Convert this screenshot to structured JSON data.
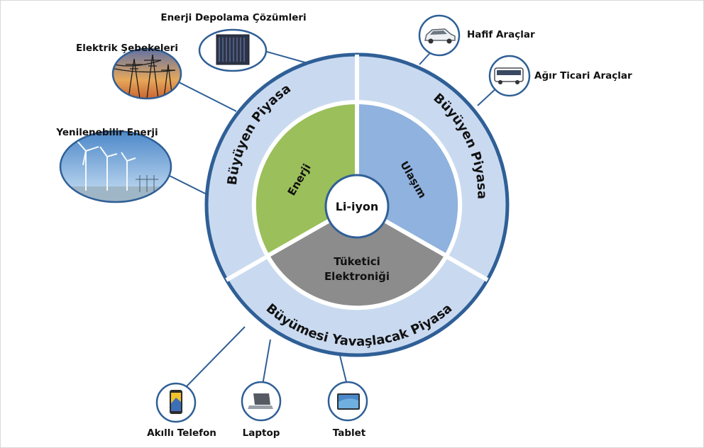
{
  "colors": {
    "ring_outer": "#c9daf0",
    "ring_border": "#2f5f96",
    "segment_energy": "#9bbf5a",
    "segment_transport": "#8fb2de",
    "segment_consumer": "#8c8c8c",
    "connector": "#2f5f96"
  },
  "center": {
    "label": "Li-iyon"
  },
  "segments": {
    "energy": "Enerji",
    "transport": "Ulaşım",
    "consumer_line1": "Tüketici",
    "consumer_line2": "Elektroniği"
  },
  "ring": {
    "left": "Büyüyen Piyasa",
    "right": "Büyüyen Piyasa",
    "bottom": "Büyümesi Yavaşlacak Piyasa"
  },
  "applications": {
    "energy_storage": {
      "label": "Enerji Depolama Çözümleri",
      "icon": "server-rack-icon"
    },
    "power_grids": {
      "label": "Elektrik Şebekeleri",
      "icon": "power-tower-icon"
    },
    "renewable": {
      "label": "Yenilenebilir Enerji",
      "icon": "wind-turbine-icon"
    },
    "light_vehicles": {
      "label": "Hafif Araçlar",
      "icon": "car-icon"
    },
    "heavy_vehicles": {
      "label": "Ağır Ticari Araçlar",
      "icon": "bus-icon"
    },
    "smartphone": {
      "label": "Akıllı Telefon",
      "icon": "smartphone-icon"
    },
    "laptop": {
      "label": "Laptop",
      "icon": "laptop-icon"
    },
    "tablet": {
      "label": "Tablet",
      "icon": "tablet-icon"
    }
  }
}
